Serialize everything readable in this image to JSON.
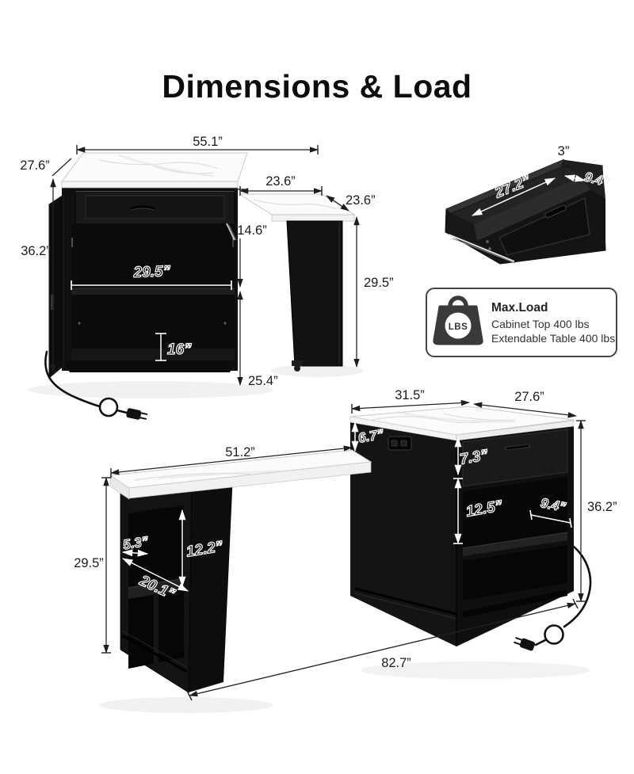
{
  "title": "Dimensions & Load",
  "colors": {
    "furniture_black": "#111111",
    "marble_white": "#fafafa",
    "dimension_line": "#222222",
    "load_icon_gray": "#3a3a3a"
  },
  "dims": {
    "folded": {
      "width": "55.1”",
      "depth": "27.6”",
      "height": "36.2”",
      "shelf_width": "29.5”",
      "shelf_height": "16”",
      "table_clearance": "14.6”",
      "door_height": "25.4”",
      "table_width": "23.6”",
      "table_depth": "23.6”",
      "table_height": "29.5”"
    },
    "drawer": {
      "depth": "3”",
      "length": "27.2”",
      "width": "9.4”"
    },
    "extended": {
      "cabinet_width": "31.5”",
      "cabinet_depth": "27.6”",
      "cabinet_height": "36.2”",
      "top_to_table": "6.7”",
      "drawer_front": "7.3”",
      "cubby_height": "12.5”",
      "shelf_depth": "9.4”",
      "table_length": "51.2”",
      "table_height": "29.5”",
      "side_shelf_depth": "5.3”",
      "side_cubby_height": "12.2”",
      "side_shelf_diagonal": "20.1”",
      "total_length": "82.7”"
    }
  },
  "max_load": {
    "badge": "LBS",
    "heading": "Max.Load",
    "line1": "Cabinet Top 400 lbs",
    "line2": "Extendable Table 400 lbs"
  }
}
